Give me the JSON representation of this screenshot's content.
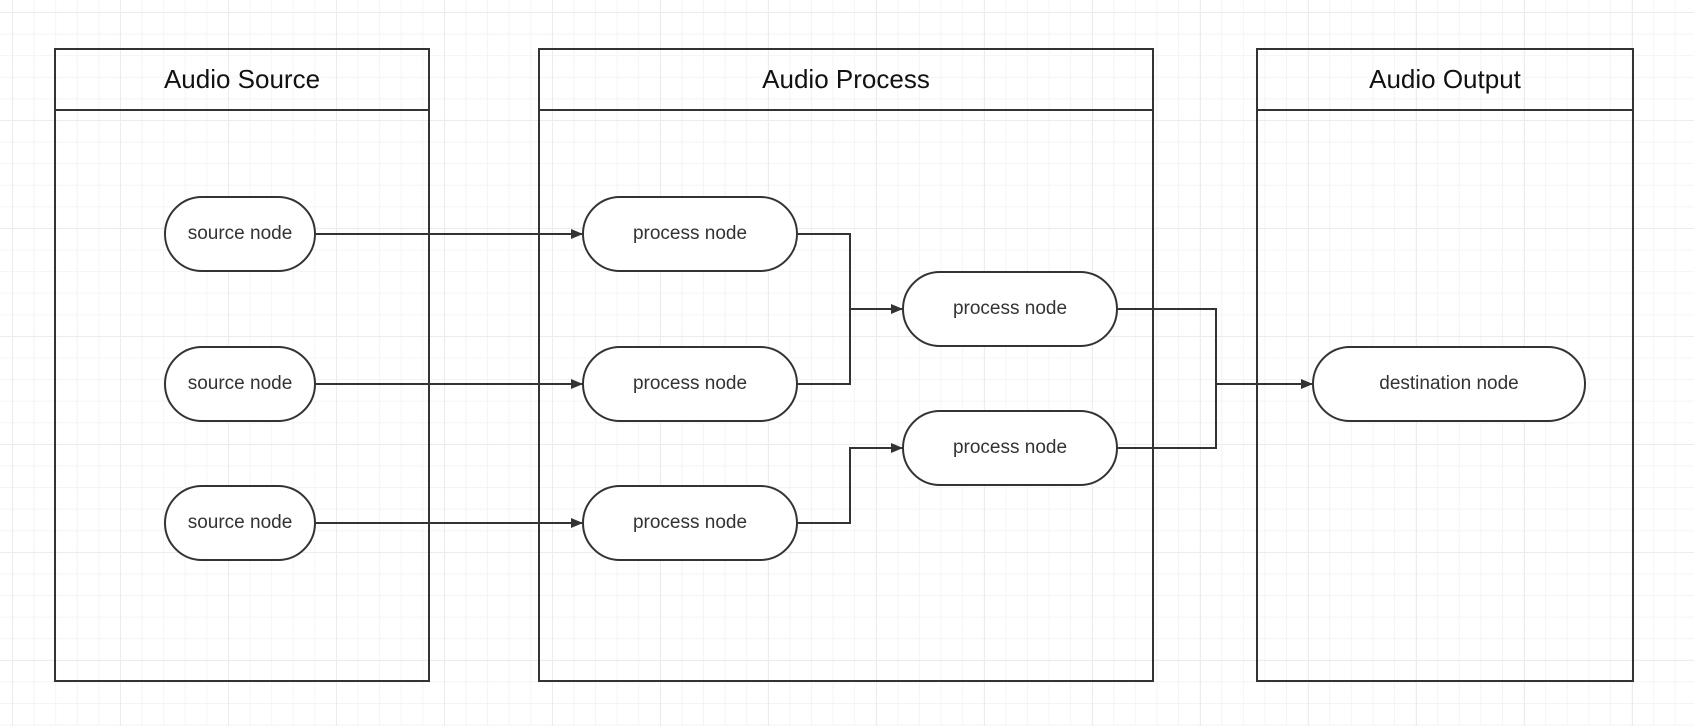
{
  "lanes": {
    "source": {
      "title": "Audio Source"
    },
    "process": {
      "title": "Audio Process"
    },
    "output": {
      "title": "Audio Output"
    }
  },
  "nodes": {
    "source_1": "source node",
    "source_2": "source node",
    "source_3": "source node",
    "process_1": "process node",
    "process_2": "process node",
    "process_3": "process node",
    "process_4": "process node",
    "process_5": "process node",
    "destination": "destination node"
  },
  "colors": {
    "stroke": "#333333",
    "grid": "#ececec"
  }
}
